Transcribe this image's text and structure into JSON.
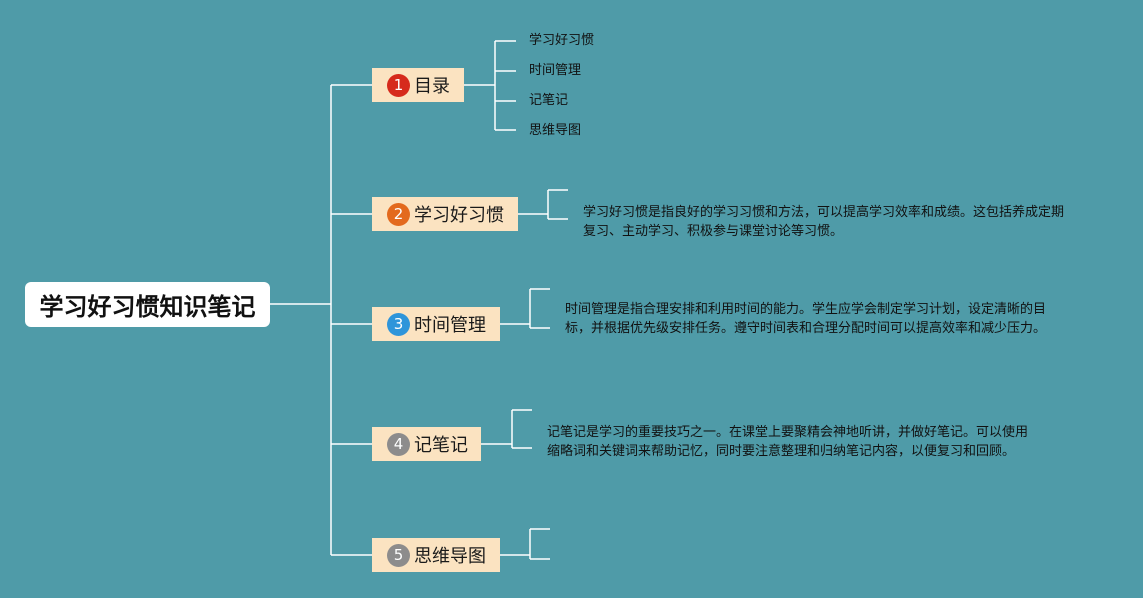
{
  "root": {
    "title": "学习好习惯知识笔记"
  },
  "topics": [
    {
      "number": "1",
      "label": "目录",
      "badge_color": "#d62a1c",
      "children": [
        "学习好习惯",
        "时间管理",
        "记笔记",
        "思维导图"
      ]
    },
    {
      "number": "2",
      "label": "学习好习惯",
      "badge_color": "#e36a1e",
      "description": "学习好习惯是指良好的学习习惯和方法，可以提高学习效率和成绩。这包括养成定期复习、主动学习、积极参与课堂讨论等习惯。"
    },
    {
      "number": "3",
      "label": "时间管理",
      "badge_color": "#2f95da",
      "description": "时间管理是指合理安排和利用时间的能力。学生应学会制定学习计划，设定清晰的目标，并根据优先级安排任务。遵守时间表和合理分配时间可以提高效率和减少压力。"
    },
    {
      "number": "4",
      "label": "记笔记",
      "badge_color": "#8d8c8c",
      "description": "记笔记是学习的重要技巧之一。在课堂上要聚精会神地听讲，并做好笔记。可以使用缩略词和关键词来帮助记忆，同时要注意整理和归纳笔记内容，以便复习和回顾。"
    },
    {
      "number": "5",
      "label": "思维导图",
      "badge_color": "#8d8c8c"
    }
  ],
  "colors": {
    "background": "#4f9ba8",
    "connector": "#ffffff",
    "topic_fill": "#fbe3c1"
  }
}
